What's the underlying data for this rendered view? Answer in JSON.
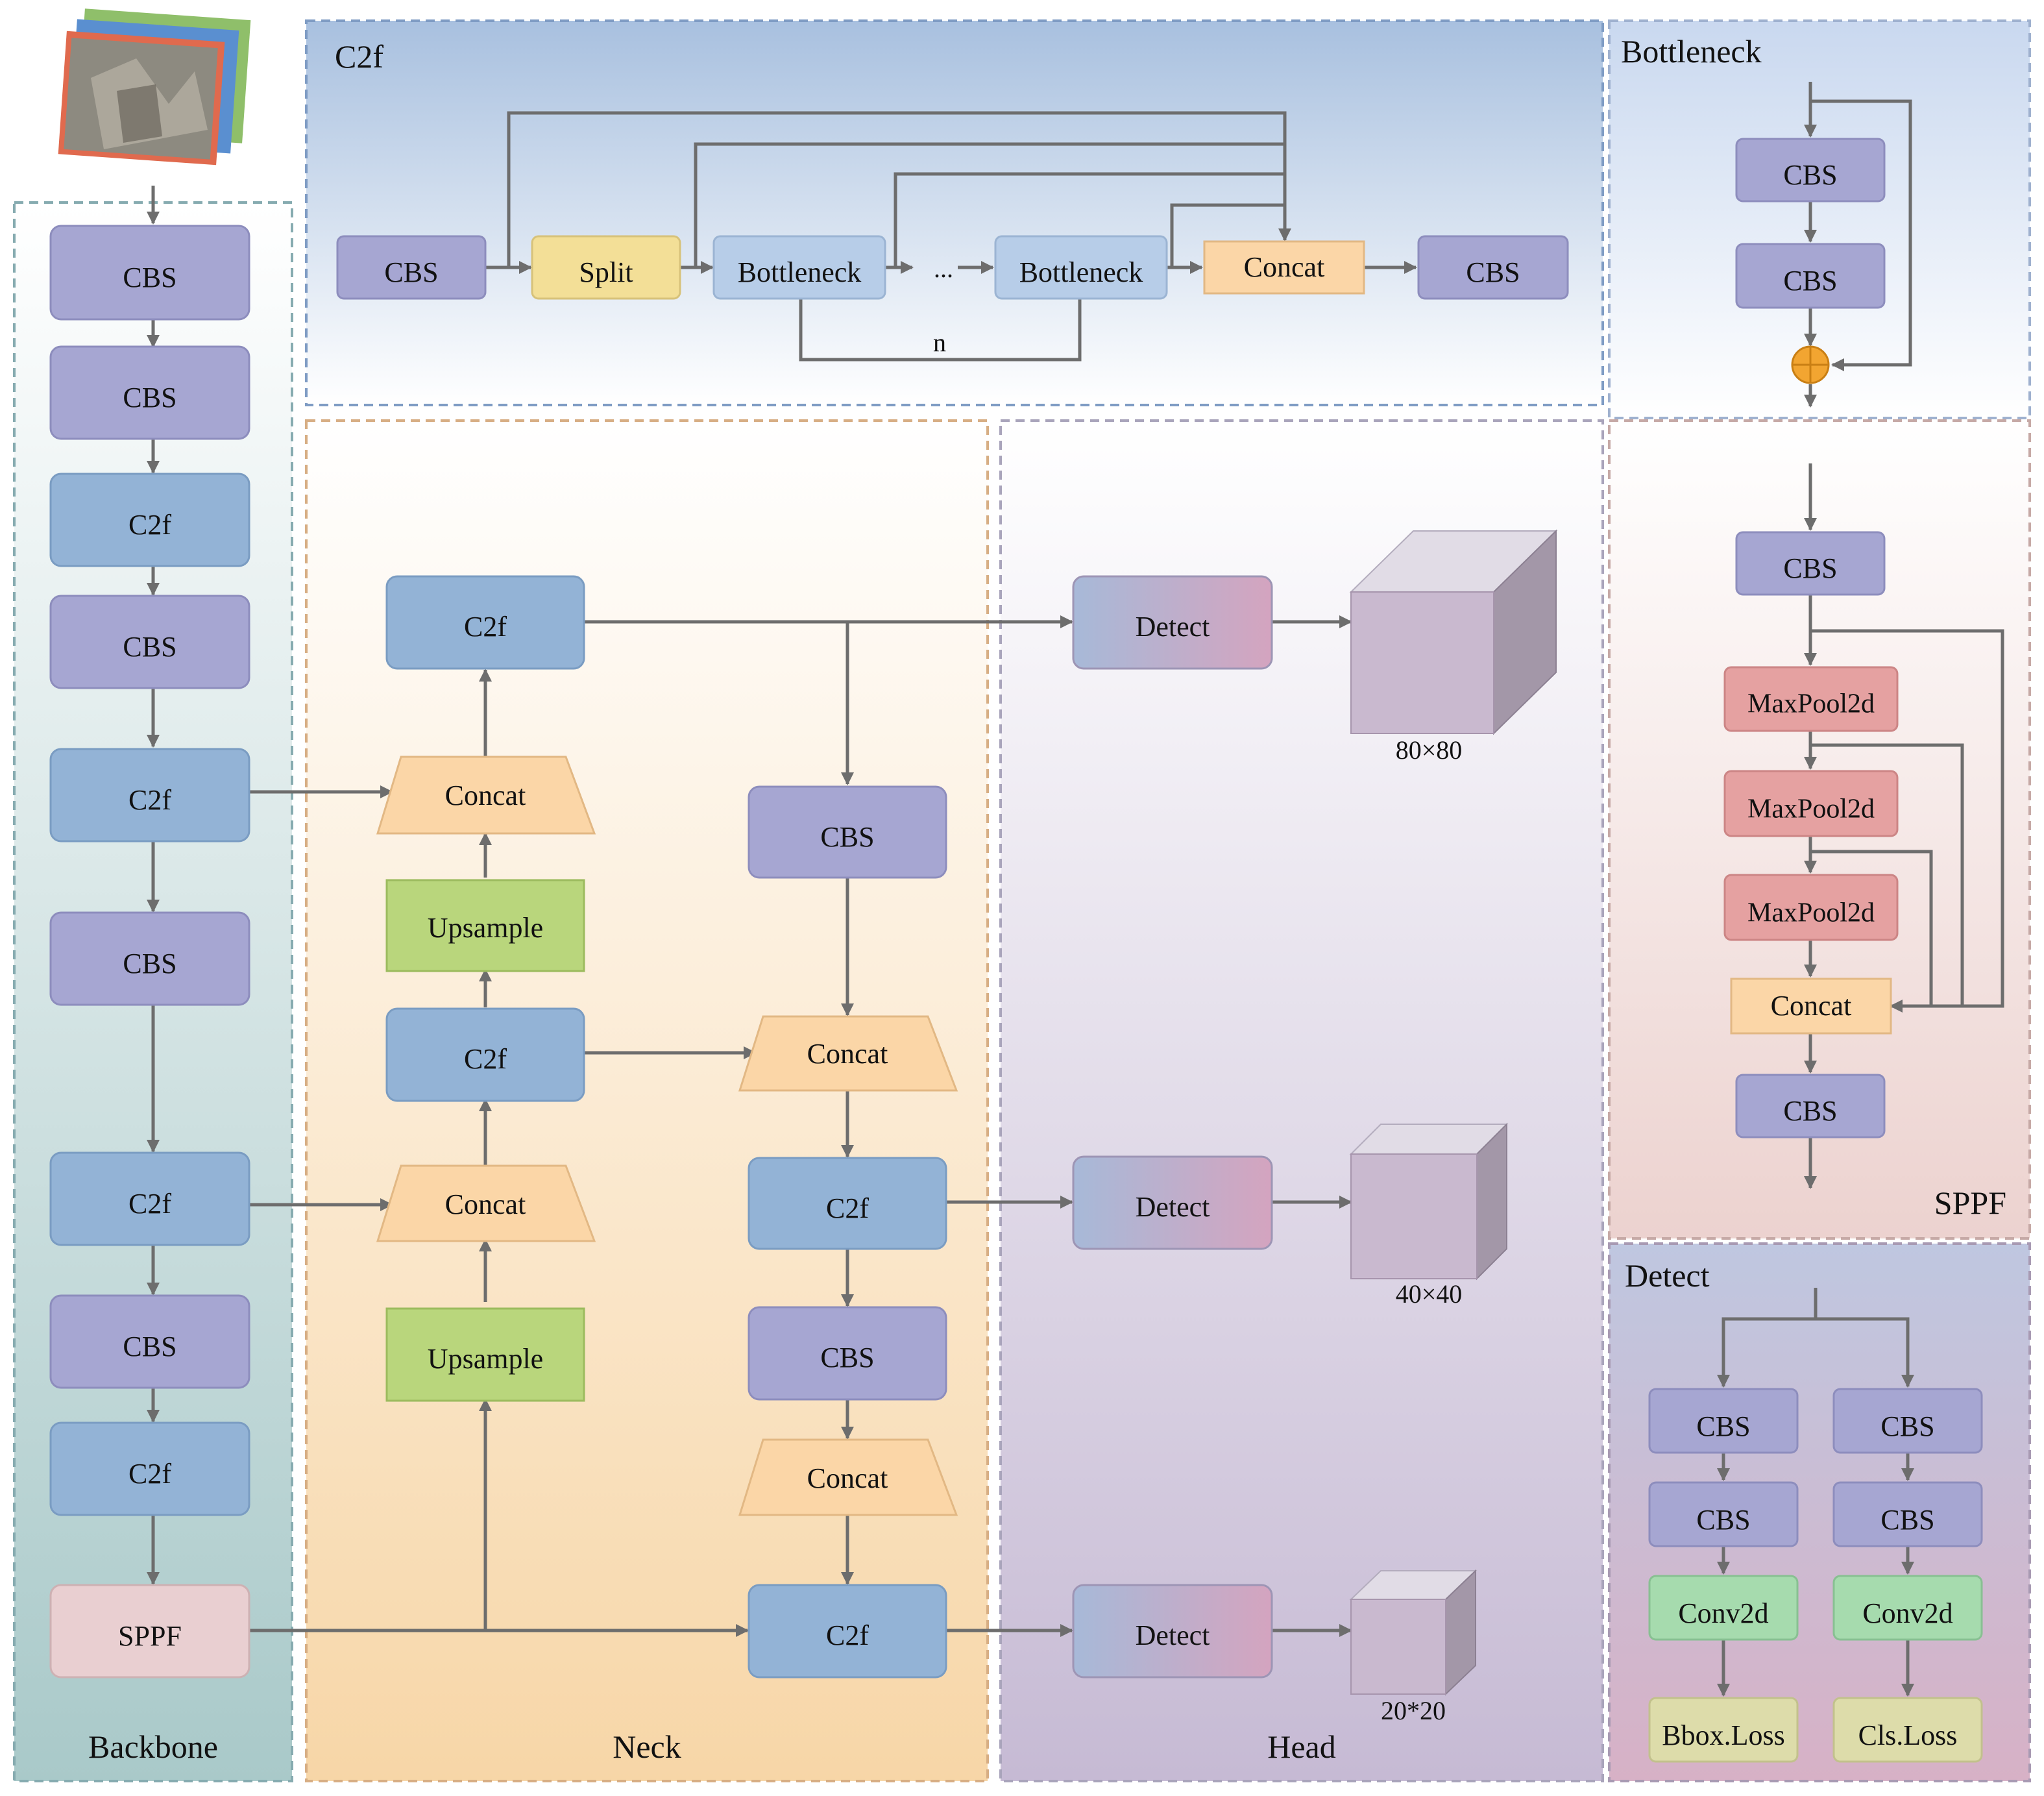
{
  "sections": {
    "backbone": "Backbone",
    "neck": "Neck",
    "head": "Head",
    "c2f": "C2f",
    "bottleneck": "Bottleneck",
    "sppf": "SPPF",
    "detect": "Detect"
  },
  "backbone": [
    "CBS",
    "CBS",
    "C2f",
    "CBS",
    "C2f",
    "CBS",
    "C2f",
    "CBS",
    "C2f",
    "SPPF"
  ],
  "c2f_module": {
    "cbs_in": "CBS",
    "split": "Split",
    "bottleneck_a": "Bottleneck",
    "ellipsis": "...",
    "bottleneck_b": "Bottleneck",
    "concat": "Concat",
    "cbs_out": "CBS",
    "repeat": "n"
  },
  "bottleneck_module": {
    "cbs1": "CBS",
    "cbs2": "CBS"
  },
  "neck": {
    "c2f_top": "C2f",
    "concat1": "Concat",
    "upsample1": "Upsample",
    "c2f_mid": "C2f",
    "concat2": "Concat",
    "upsample2": "Upsample",
    "cbs1": "CBS",
    "concat3": "Concat",
    "c2f_r1": "C2f",
    "cbs2": "CBS",
    "concat4": "Concat",
    "c2f_r2": "C2f"
  },
  "head": {
    "detect": [
      "Detect",
      "Detect",
      "Detect"
    ],
    "sizes": [
      "80×80",
      "40×40",
      "20*20"
    ]
  },
  "sppf_module": {
    "cbs_in": "CBS",
    "maxpool": [
      "MaxPool2d",
      "MaxPool2d",
      "MaxPool2d"
    ],
    "concat": "Concat",
    "cbs_out": "CBS"
  },
  "detect_module": {
    "left": [
      "CBS",
      "CBS",
      "Conv2d",
      "Bbox.Loss"
    ],
    "right": [
      "CBS",
      "CBS",
      "Conv2d",
      "Cls.Loss"
    ]
  },
  "colors": {
    "cbs": "#a6a6d2",
    "c2f": "#93b3d6",
    "sppf_block": "#e9cfd1",
    "split": "#f3df97",
    "bottleneck": "#b7cde8",
    "concat": "#fbd6a7",
    "upsample": "#b9d67c",
    "maxpool": "#e5a1a1",
    "conv2d": "#a6dbae",
    "loss": "#dddcaa",
    "wire": "#6d6d6d",
    "add_node": "#f2a531"
  }
}
